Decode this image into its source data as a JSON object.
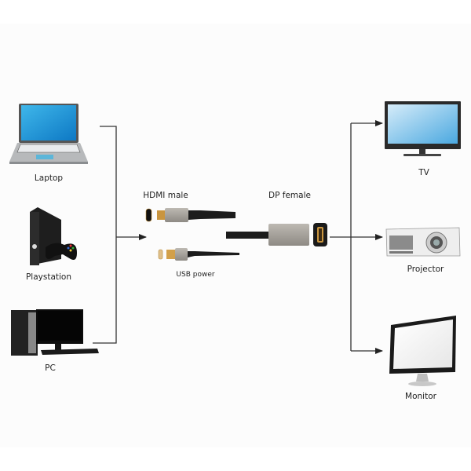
{
  "diagram": {
    "title": "HDMI male to DP female adapter connection diagram",
    "sources": [
      {
        "id": "laptop",
        "label": "Laptop",
        "icon": "laptop-icon"
      },
      {
        "id": "playstation",
        "label": "Playstation",
        "icon": "game-console-icon"
      },
      {
        "id": "pc",
        "label": "PC",
        "icon": "desktop-pc-icon"
      }
    ],
    "adapter": {
      "input_label": "HDMI  male",
      "power_label": "USB power",
      "output_label": "DP female",
      "colors": {
        "connector_gold": "#c9953f",
        "housing_gray": "#a7a39c",
        "cable_black": "#1c1c1c"
      }
    },
    "outputs": [
      {
        "id": "tv",
        "label": "TV",
        "icon": "tv-icon"
      },
      {
        "id": "projector",
        "label": "Projector",
        "icon": "projector-icon"
      },
      {
        "id": "monitor",
        "label": "Monitor",
        "icon": "monitor-icon"
      }
    ],
    "connectors": {
      "line_color": "#333333",
      "from_sources": "sources-to-adapter",
      "to_outputs": "adapter-to-outputs"
    }
  }
}
